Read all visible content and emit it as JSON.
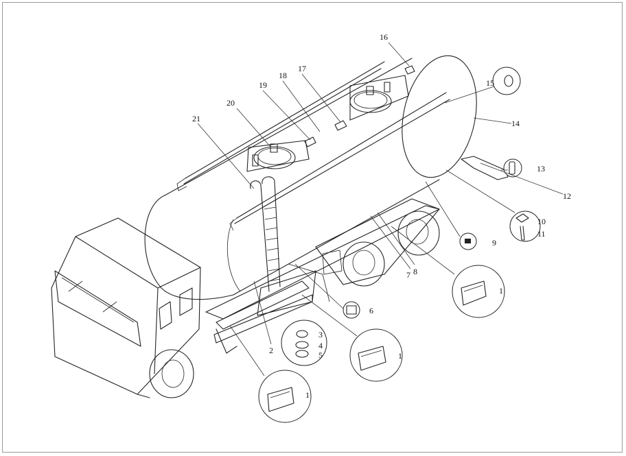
{
  "diagram": {
    "callouts": [
      {
        "id": "c1a",
        "label": "1"
      },
      {
        "id": "c1b",
        "label": "1"
      },
      {
        "id": "c1c",
        "label": "1"
      },
      {
        "id": "c2",
        "label": "2"
      },
      {
        "id": "c3",
        "label": "3"
      },
      {
        "id": "c4",
        "label": "4"
      },
      {
        "id": "c5",
        "label": "5"
      },
      {
        "id": "c6",
        "label": "6"
      },
      {
        "id": "c7",
        "label": "7"
      },
      {
        "id": "c8",
        "label": "8"
      },
      {
        "id": "c9",
        "label": "9"
      },
      {
        "id": "c10",
        "label": "10"
      },
      {
        "id": "c11",
        "label": "11"
      },
      {
        "id": "c12",
        "label": "12"
      },
      {
        "id": "c13",
        "label": "13"
      },
      {
        "id": "c14",
        "label": "14"
      },
      {
        "id": "c15",
        "label": "15"
      },
      {
        "id": "c16",
        "label": "16"
      },
      {
        "id": "c17",
        "label": "17"
      },
      {
        "id": "c18",
        "label": "18"
      },
      {
        "id": "c19",
        "label": "19"
      },
      {
        "id": "c20",
        "label": "20"
      },
      {
        "id": "c21",
        "label": "21"
      }
    ]
  }
}
